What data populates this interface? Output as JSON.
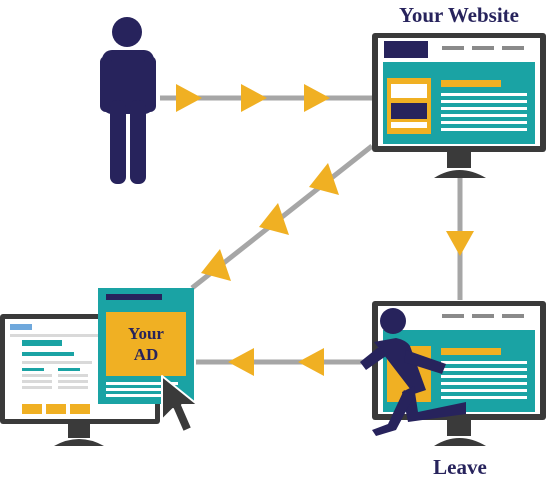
{
  "labels": {
    "your_website": "Your Website",
    "your_ad_line1": "Your",
    "your_ad_line2": "AD",
    "leave": "Leave"
  },
  "colors": {
    "navy": "#27235c",
    "teal": "#1aa3a4",
    "gold": "#f0b023",
    "gray_line": "#a6a6a6",
    "monitor_dark": "#3a3a3a",
    "white": "#ffffff",
    "light_gray": "#d9d9d9"
  },
  "icons": {
    "person": "person-standing-icon",
    "running_person": "person-running-icon",
    "cursor": "mouse-cursor-icon",
    "arrow": "triangle-arrow-icon"
  }
}
